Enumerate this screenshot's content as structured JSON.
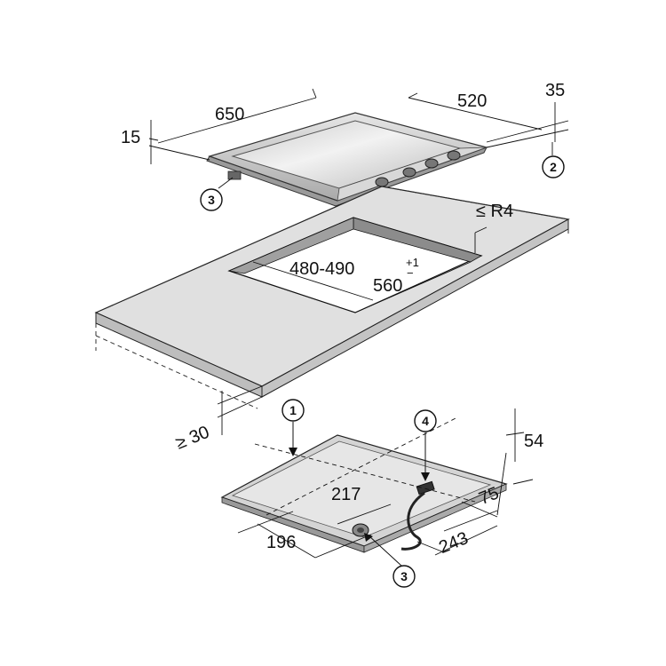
{
  "dimensions": {
    "width_650": "650",
    "depth_520": "520",
    "height_35": "35",
    "thickness_15": "15",
    "radius": "≤ R4",
    "cutout_depth": "480-490",
    "cutout_width": "560",
    "cutout_width_tol": "+1",
    "cutout_width_tol2": "−",
    "countertop_min": "≥ 30",
    "underside_54": "54",
    "underside_75": "75",
    "underside_217": "217",
    "underside_196": "196",
    "underside_243": "243"
  },
  "callouts": {
    "c1": "1",
    "c2": "2",
    "c3_top": "3",
    "c3_bottom": "3",
    "c4": "4"
  }
}
